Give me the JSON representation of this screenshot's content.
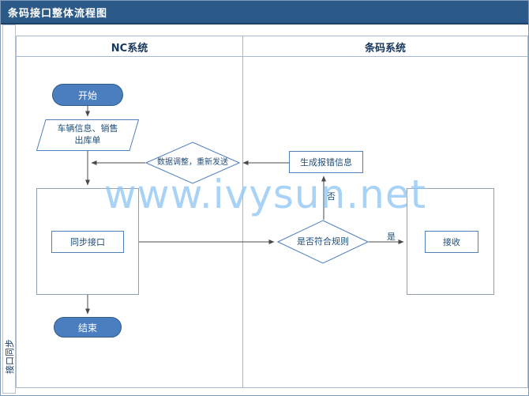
{
  "header": {
    "title": "条码接口整体流程图"
  },
  "side_label": "接口同步",
  "lanes": [
    {
      "id": "nc",
      "label": "NC系统"
    },
    {
      "id": "barcode",
      "label": "条码系统"
    }
  ],
  "watermark": "www.ivysun.net",
  "nodes": {
    "start": {
      "label": "开始",
      "type": "terminator"
    },
    "source_doc": {
      "label": "车辆信息、销售出库单",
      "type": "data"
    },
    "adjust_resend": {
      "label": "数据调整，重新发送",
      "type": "decision"
    },
    "sync_interface": {
      "label": "同步接口",
      "type": "process"
    },
    "end": {
      "label": "结束",
      "type": "terminator"
    },
    "error_message": {
      "label": "生成报错信息",
      "type": "process"
    },
    "rule_check": {
      "label": "是否符合规则",
      "type": "decision"
    },
    "receive": {
      "label": "接收",
      "type": "process"
    }
  },
  "edge_labels": {
    "no": "否",
    "yes": "是"
  },
  "colors": {
    "header_bg": "#2c5a88",
    "terminator_fill": "#4b7ebe",
    "shape_border": "#4f81bd",
    "shape_text": "#1f4e79",
    "frame_border": "#a6b8cc",
    "connector": "#4a4a4a",
    "watermark": "#90c7f3"
  }
}
